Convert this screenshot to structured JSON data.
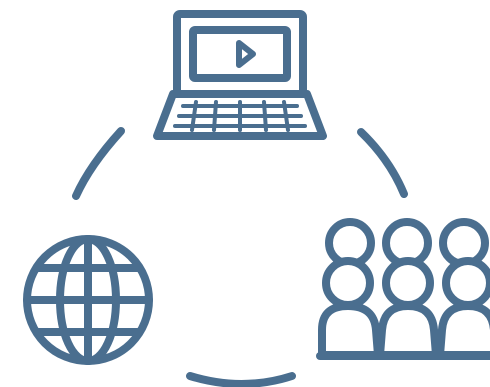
{
  "theme": {
    "stroke_color": "#4a6e8f",
    "background_color": "#ffffff"
  },
  "icons": {
    "top": "laptop-play-video-icon",
    "left": "globe-icon",
    "right": "audience-group-icon"
  },
  "connectors": [
    "cycle-arc-left",
    "cycle-arc-right",
    "cycle-arc-bottom"
  ]
}
